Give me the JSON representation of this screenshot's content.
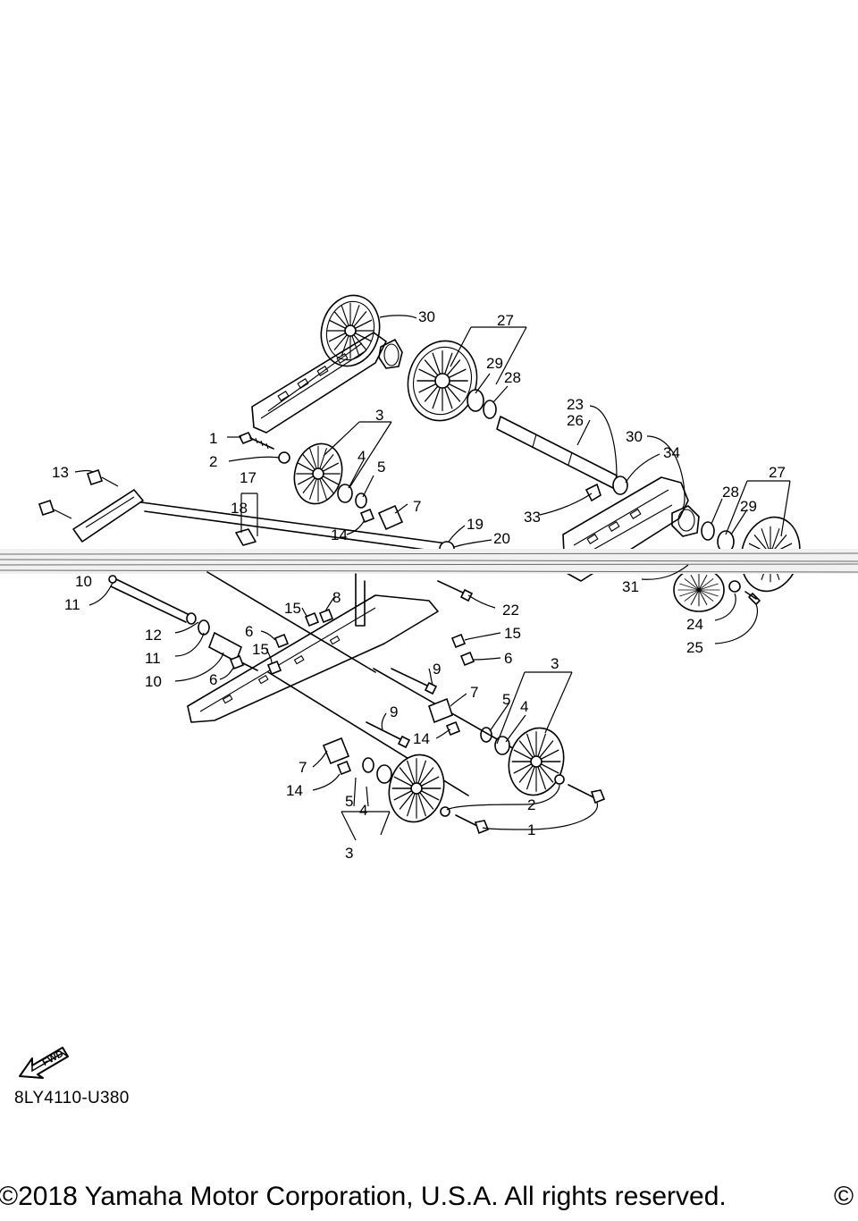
{
  "diagram": {
    "drawing_code": "8LY4110-U380",
    "copyright": "©2018 Yamaha Motor Corporation, U.S.A. All rights reserved.",
    "copyright_tail": "©",
    "fwd_label": "FWD",
    "callouts": {
      "c1a": "1",
      "c1b": "1",
      "c2a": "2",
      "c2b": "2",
      "c3a": "3",
      "c3b": "3",
      "c3c": "3",
      "c4a": "4",
      "c4b": "4",
      "c4c": "4",
      "c5a": "5",
      "c5b": "5",
      "c5c": "5",
      "c6a": "6",
      "c6b": "6",
      "c6c": "6",
      "c7a": "7",
      "c7b": "7",
      "c7c": "7",
      "c8": "8",
      "c9a": "9",
      "c9b": "9",
      "c10a": "10",
      "c10b": "10",
      "c11a": "11",
      "c11b": "11",
      "c12": "12",
      "c13": "13",
      "c14a": "14",
      "c14b": "14",
      "c14c": "14",
      "c15a": "15",
      "c15b": "15",
      "c15c": "15",
      "c17": "17",
      "c18": "18",
      "c19": "19",
      "c20": "20",
      "c22": "22",
      "c23": "23",
      "c24": "24",
      "c25": "25",
      "c26": "26",
      "c27a": "27",
      "c27b": "27",
      "c28a": "28",
      "c28b": "28",
      "c29a": "29",
      "c29b": "29",
      "c30a": "30",
      "c30b": "30",
      "c31": "31",
      "c33": "33",
      "c34": "34"
    }
  }
}
